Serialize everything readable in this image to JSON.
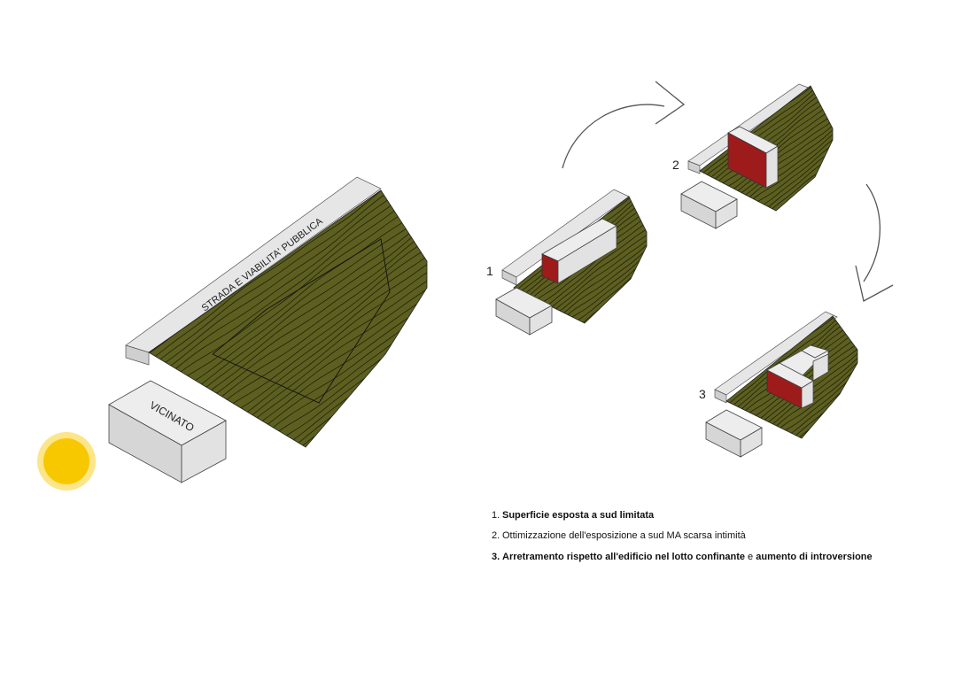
{
  "labels": {
    "road": "STRADA E VIABILITA' PUBBLICA",
    "neighbor": "VICINATO"
  },
  "steps": [
    {
      "number": "1"
    },
    {
      "number": "2"
    },
    {
      "number": "3"
    }
  ],
  "legend": [
    {
      "number": "1.",
      "parts": [
        {
          "text": "Superficie esposta a sud limitata",
          "bold": true
        }
      ]
    },
    {
      "number": "2.",
      "parts": [
        {
          "text": "Ottimizzazione dell'esposizione a sud MA scarsa intimità",
          "bold": false
        }
      ]
    },
    {
      "number": "3.",
      "parts": [
        {
          "text": "Arretramento rispetto all'edificio nel lotto confinante ",
          "bold": true
        },
        {
          "text": "e ",
          "bold": false
        },
        {
          "text": "aumento di introversione",
          "bold": true
        }
      ]
    }
  ],
  "colors": {
    "terrain": "#5c5f1f",
    "contour": "#1a1a0a",
    "road": "#e6e6e6",
    "road_side": "#cfcfcf",
    "building_red": "#9e1b1b",
    "box_top": "#ededed",
    "box_side": "#d6d6d6",
    "sun_core": "#f7c800",
    "sun_halo": "#fde58a",
    "arrow": "#555555"
  }
}
